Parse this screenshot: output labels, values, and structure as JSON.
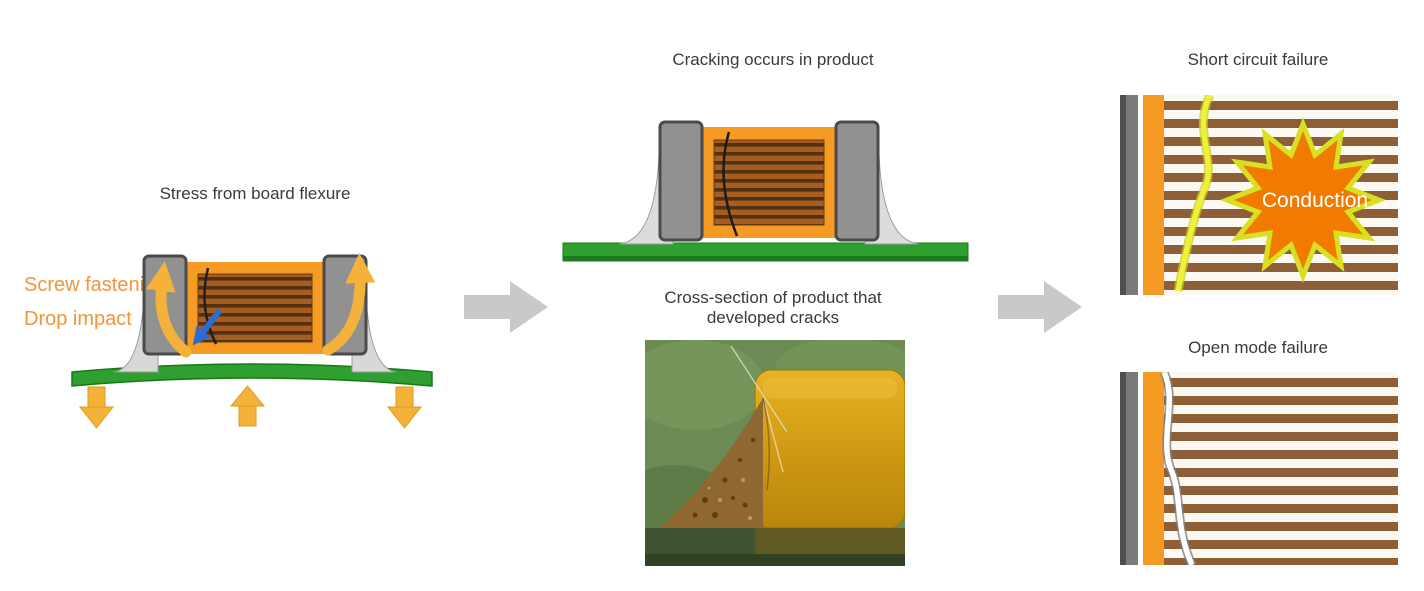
{
  "panels": {
    "left": {
      "title": "Stress from board flexure",
      "labels": {
        "screw": "Screw fastening",
        "drop": "Drop impact"
      }
    },
    "middle": {
      "title": "Cracking occurs in product",
      "caption1": "Cross-section of product that",
      "caption2": "developed cracks"
    },
    "right": {
      "short_title": "Short circuit failure",
      "conduction": "Conduction",
      "open_title": "Open mode failure"
    }
  },
  "colors": {
    "accent_orange": "#F59A23",
    "arrow_orange": "#F4B23A",
    "label_orange": "#F0953C",
    "board_green": "#2FA02F",
    "electrode_brown": "#8E5F36",
    "stack_brown_bg": "#A55E20",
    "stack_brown_dark": "#53300F",
    "terminal_gray": "#919191",
    "crack_yellow": "#EFF03A",
    "burst_orange": "#F07B00",
    "burst_outline": "#D9E021",
    "flow_arrow_gray": "#C9C9C9",
    "blue_indicator": "#2E6BD0"
  }
}
